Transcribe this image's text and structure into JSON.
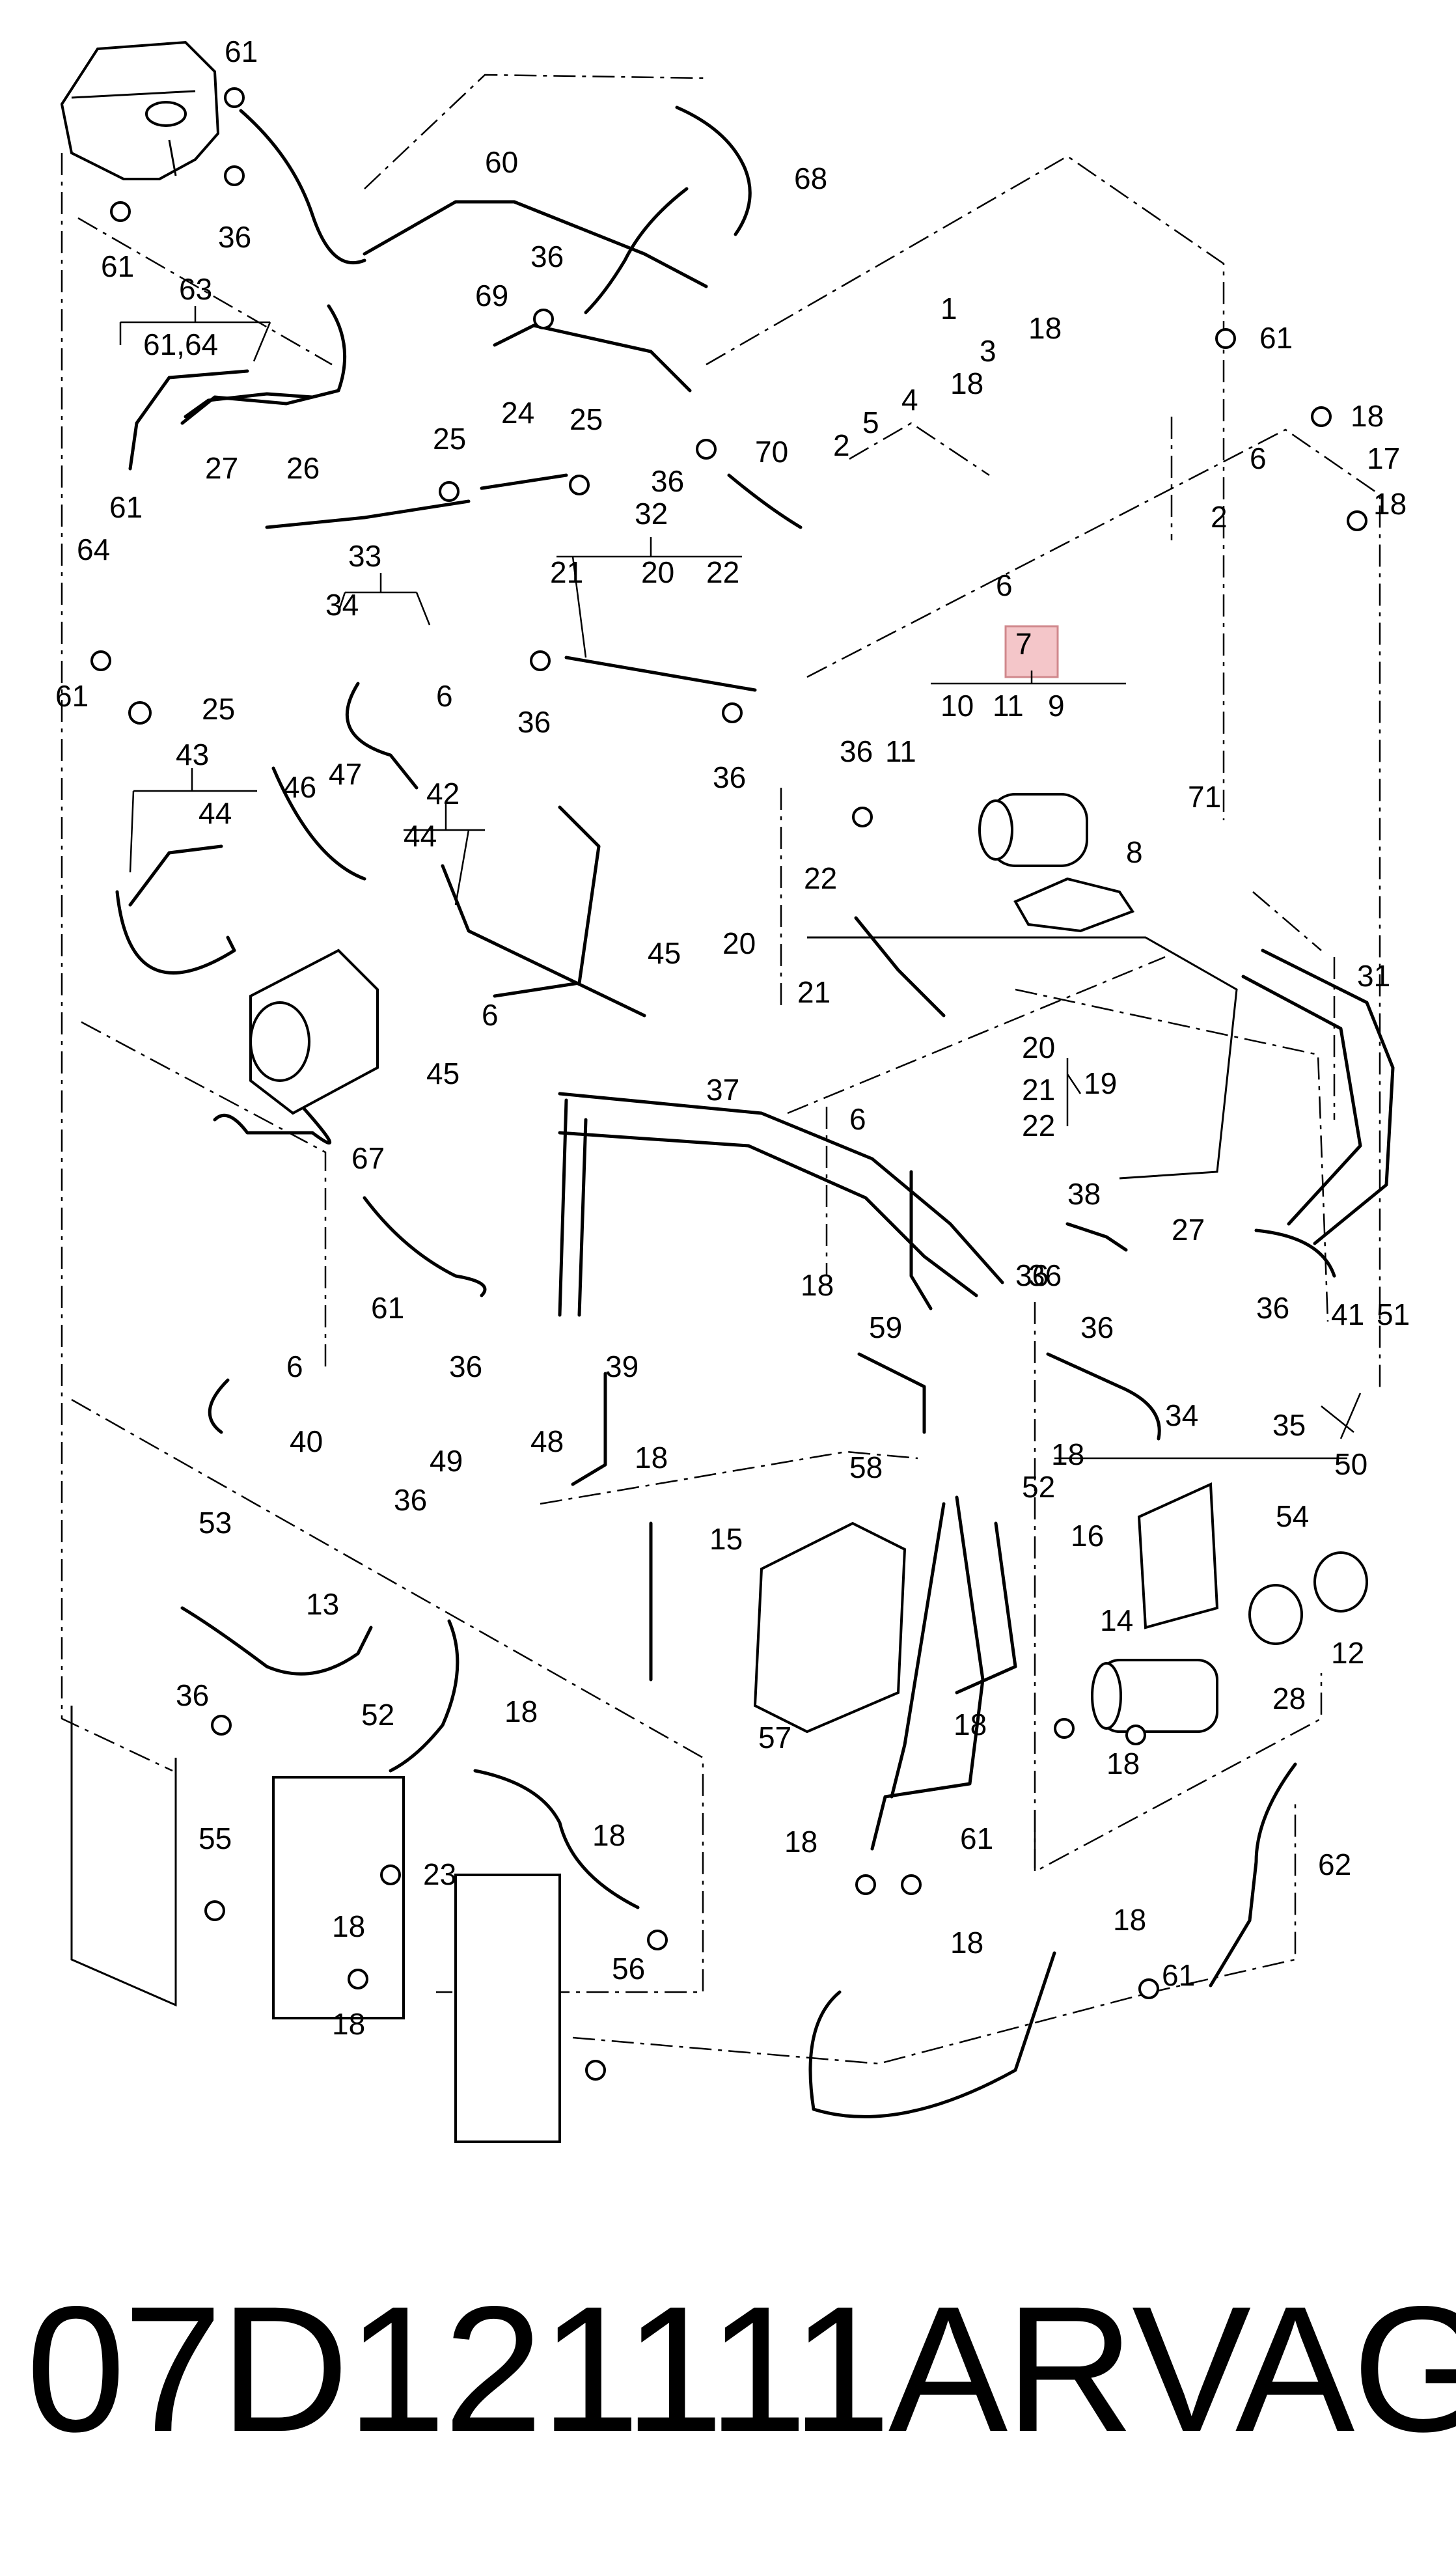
{
  "diagram": {
    "highlight_color": "#f4c6c9",
    "callouts": [
      {
        "id": "c61a",
        "label": "61"
      },
      {
        "id": "c61b",
        "label": "61"
      },
      {
        "id": "c36a",
        "label": "36"
      },
      {
        "id": "c60",
        "label": "60"
      },
      {
        "id": "c68",
        "label": "68"
      },
      {
        "id": "c63",
        "label": "63"
      },
      {
        "id": "c6164",
        "label": "61,64"
      },
      {
        "id": "c69",
        "label": "69"
      },
      {
        "id": "c36b",
        "label": "36"
      },
      {
        "id": "c1",
        "label": "1"
      },
      {
        "id": "c3",
        "label": "3"
      },
      {
        "id": "c18a",
        "label": "18"
      },
      {
        "id": "c61c",
        "label": "61"
      },
      {
        "id": "c18b",
        "label": "18"
      },
      {
        "id": "c17",
        "label": "17"
      },
      {
        "id": "c18c",
        "label": "18"
      },
      {
        "id": "c6a",
        "label": "6"
      },
      {
        "id": "c2a",
        "label": "2"
      },
      {
        "id": "c2b",
        "label": "2"
      },
      {
        "id": "c5",
        "label": "5"
      },
      {
        "id": "c4",
        "label": "4"
      },
      {
        "id": "c18d",
        "label": "18"
      },
      {
        "id": "c6b",
        "label": "6"
      },
      {
        "id": "c24",
        "label": "24"
      },
      {
        "id": "c25a",
        "label": "25"
      },
      {
        "id": "c25b",
        "label": "25"
      },
      {
        "id": "c36c",
        "label": "36"
      },
      {
        "id": "c70",
        "label": "70"
      },
      {
        "id": "c27a",
        "label": "27"
      },
      {
        "id": "c26",
        "label": "26"
      },
      {
        "id": "c61d",
        "label": "61"
      },
      {
        "id": "c64",
        "label": "64"
      },
      {
        "id": "c61e",
        "label": "61"
      },
      {
        "id": "c25c",
        "label": "25"
      },
      {
        "id": "c33",
        "label": "33"
      },
      {
        "id": "c34a",
        "label": "34"
      },
      {
        "id": "c6c",
        "label": "6"
      },
      {
        "id": "c32",
        "label": "32"
      },
      {
        "id": "c21a",
        "label": "21"
      },
      {
        "id": "c20a",
        "label": "20"
      },
      {
        "id": "c22a",
        "label": "22"
      },
      {
        "id": "c36d",
        "label": "36"
      },
      {
        "id": "c36e",
        "label": "36"
      },
      {
        "id": "c7",
        "label": "7"
      },
      {
        "id": "c10",
        "label": "10"
      },
      {
        "id": "c11a",
        "label": "11"
      },
      {
        "id": "c9",
        "label": "9"
      },
      {
        "id": "c36f",
        "label": "36"
      },
      {
        "id": "c11b",
        "label": "11"
      },
      {
        "id": "c71",
        "label": "71"
      },
      {
        "id": "c8",
        "label": "8"
      },
      {
        "id": "c43",
        "label": "43"
      },
      {
        "id": "c44a",
        "label": "44"
      },
      {
        "id": "c46",
        "label": "46"
      },
      {
        "id": "c47",
        "label": "47"
      },
      {
        "id": "c42",
        "label": "42"
      },
      {
        "id": "c44b",
        "label": "44"
      },
      {
        "id": "c22b",
        "label": "22"
      },
      {
        "id": "c20b",
        "label": "20"
      },
      {
        "id": "c21b",
        "label": "21"
      },
      {
        "id": "c45a",
        "label": "45"
      },
      {
        "id": "c6d",
        "label": "6"
      },
      {
        "id": "c31",
        "label": "31"
      },
      {
        "id": "c20c",
        "label": "20"
      },
      {
        "id": "c21c",
        "label": "21"
      },
      {
        "id": "c19",
        "label": "19"
      },
      {
        "id": "c22c",
        "label": "22"
      },
      {
        "id": "c45b",
        "label": "45"
      },
      {
        "id": "c37",
        "label": "37"
      },
      {
        "id": "c6e",
        "label": "6"
      },
      {
        "id": "c67",
        "label": "67"
      },
      {
        "id": "c38",
        "label": "38"
      },
      {
        "id": "c27b",
        "label": "27"
      },
      {
        "id": "c61f",
        "label": "61"
      },
      {
        "id": "c36g",
        "label": "36"
      },
      {
        "id": "c18e",
        "label": "18"
      },
      {
        "id": "c59",
        "label": "59"
      },
      {
        "id": "c36h",
        "label": "36"
      },
      {
        "id": "c36i",
        "label": "36"
      },
      {
        "id": "c41",
        "label": "41"
      },
      {
        "id": "c36j",
        "label": "36"
      },
      {
        "id": "c51",
        "label": "51"
      },
      {
        "id": "c6f",
        "label": "6"
      },
      {
        "id": "c36k",
        "label": "36"
      },
      {
        "id": "c39",
        "label": "39"
      },
      {
        "id": "c34b",
        "label": "34"
      },
      {
        "id": "c35",
        "label": "35"
      },
      {
        "id": "c50",
        "label": "50"
      },
      {
        "id": "c40",
        "label": "40"
      },
      {
        "id": "c48",
        "label": "48"
      },
      {
        "id": "c18f",
        "label": "18"
      },
      {
        "id": "c58",
        "label": "58"
      },
      {
        "id": "c18g",
        "label": "18"
      },
      {
        "id": "c52a",
        "label": "52"
      },
      {
        "id": "c49",
        "label": "49"
      },
      {
        "id": "c36l",
        "label": "36"
      },
      {
        "id": "c15",
        "label": "15"
      },
      {
        "id": "c16",
        "label": "16"
      },
      {
        "id": "c54",
        "label": "54"
      },
      {
        "id": "c53",
        "label": "53"
      },
      {
        "id": "c13",
        "label": "13"
      },
      {
        "id": "c12",
        "label": "12"
      },
      {
        "id": "c14",
        "label": "14"
      },
      {
        "id": "c28",
        "label": "28"
      },
      {
        "id": "c52b",
        "label": "52"
      },
      {
        "id": "c18h",
        "label": "18"
      },
      {
        "id": "c36m",
        "label": "36"
      },
      {
        "id": "c57",
        "label": "57"
      },
      {
        "id": "c18i",
        "label": "18"
      },
      {
        "id": "c18j",
        "label": "18"
      },
      {
        "id": "c55",
        "label": "55"
      },
      {
        "id": "c18k",
        "label": "18"
      },
      {
        "id": "c18l",
        "label": "18"
      },
      {
        "id": "c61g",
        "label": "61"
      },
      {
        "id": "c23",
        "label": "23"
      },
      {
        "id": "c62",
        "label": "62"
      },
      {
        "id": "c18m",
        "label": "18"
      },
      {
        "id": "c56",
        "label": "56"
      },
      {
        "id": "c18n",
        "label": "18"
      },
      {
        "id": "c18o",
        "label": "18"
      },
      {
        "id": "c61h",
        "label": "61"
      },
      {
        "id": "c18p",
        "label": "18"
      }
    ]
  },
  "caption": {
    "part_number": "07D121111AR",
    "brand": "VAG"
  }
}
